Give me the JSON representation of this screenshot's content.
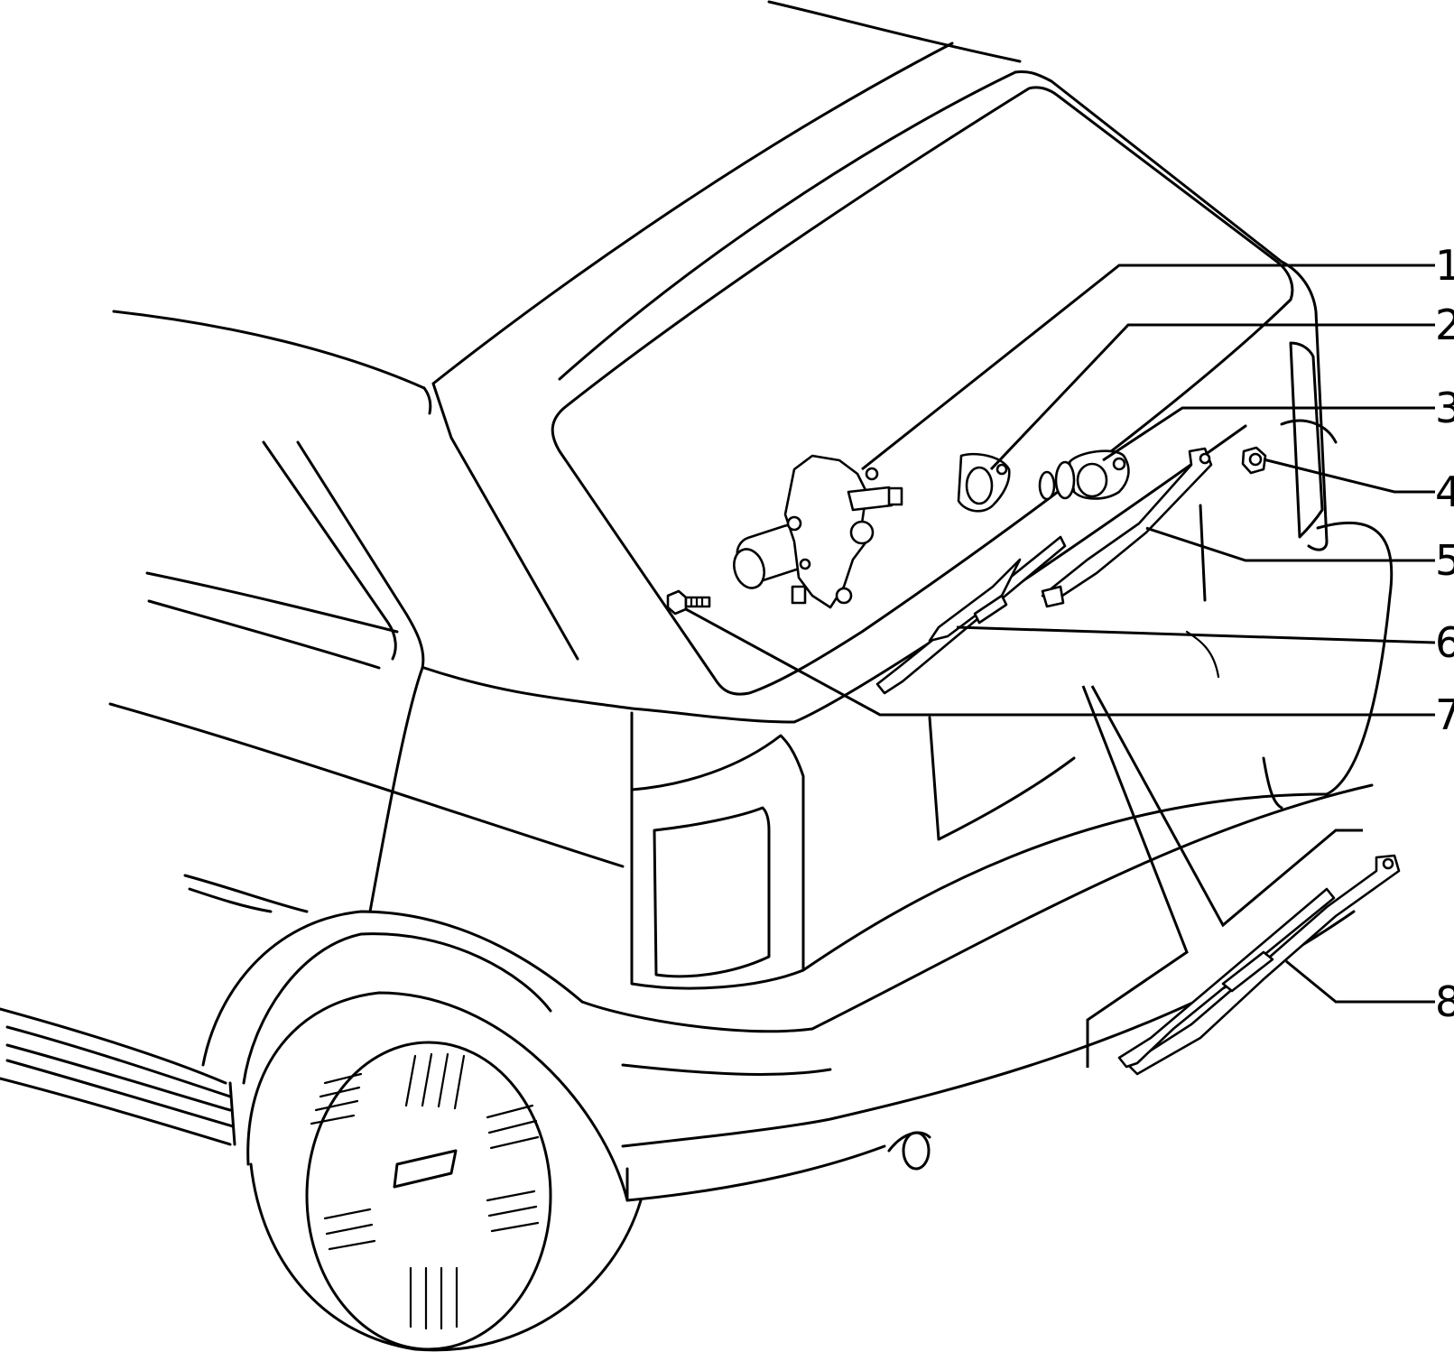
{
  "callouts": [
    {
      "number": "1"
    },
    {
      "number": "2"
    },
    {
      "number": "3"
    },
    {
      "number": "4"
    },
    {
      "number": "5"
    },
    {
      "number": "6"
    },
    {
      "number": "7"
    },
    {
      "number": "8"
    }
  ],
  "colors": {
    "line": "#000000",
    "background": "#ffffff"
  }
}
